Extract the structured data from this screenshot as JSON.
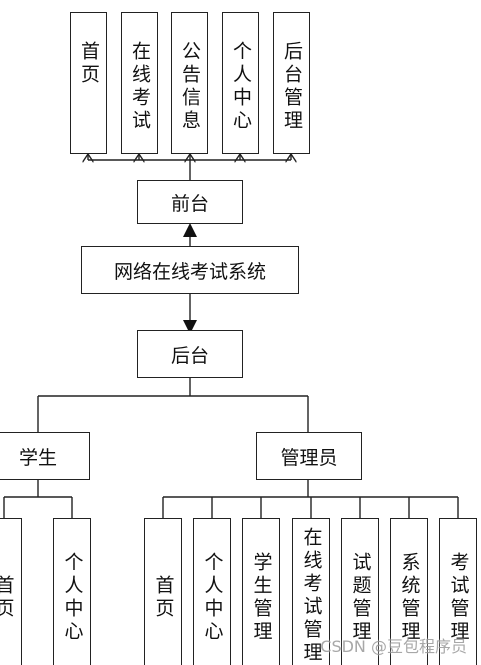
{
  "center": {
    "title": "网络在线考试系统",
    "front_label": "前台",
    "back_label": "后台"
  },
  "front_modules": [
    "首页",
    "在线考试",
    "公告信息",
    "个人中心",
    "后台管理"
  ],
  "roles": {
    "student": "学生",
    "admin": "管理员"
  },
  "student_modules": [
    "首页",
    "个人中心"
  ],
  "admin_modules": [
    "首页",
    "个人中心",
    "学生管理",
    "在线考试管理",
    "试题管理",
    "系统管理",
    "考试管理"
  ],
  "watermark": "CSDN @豆包程序员",
  "colors": {
    "stroke": "#222222",
    "text": "#111111",
    "watermark": "#9a9a9a"
  }
}
